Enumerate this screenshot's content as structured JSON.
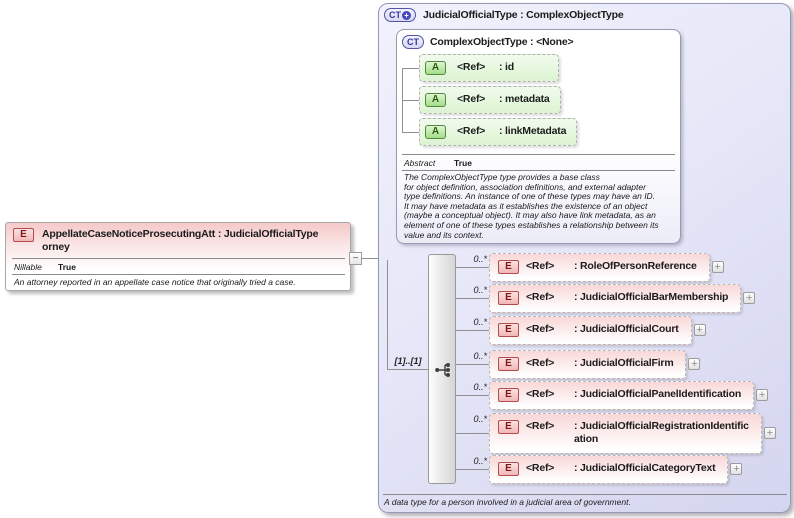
{
  "left_element": {
    "icon": "E",
    "title": "AppellateCaseNoticeProsecutingAtt : JudicialOfficialType\norney",
    "property_label": "Nillable",
    "property_value": "True",
    "description": "An attorney reported in an appellate case notice that originally tried a case."
  },
  "connector": {
    "collapse_label": "−"
  },
  "type_box": {
    "icon_text": "CT",
    "icon_plus": "+",
    "title": "JudicialOfficialType : ComplexObjectType",
    "footer": "A data type for a person involved in a judicial area of government.",
    "base": {
      "icon": "CT",
      "title": "ComplexObjectType : <None>",
      "attributes": [
        {
          "icon": "A",
          "ref": "<Ref>",
          "name": ": id"
        },
        {
          "icon": "A",
          "ref": "<Ref>",
          "name": ": metadata"
        },
        {
          "icon": "A",
          "ref": "<Ref>",
          "name": ": linkMetadata"
        }
      ],
      "property_label": "Abstract",
      "property_value": "True",
      "description": "The ComplexObjectType type provides a base class\nfor object definition, association definitions, and external adapter\ntype definitions. An instance of one of these types may have an ID.\nIt may have metadata as it establishes the existence of an object\n(maybe a conceptual object). It may also have link metadata, as an\nelement of one of these types establishes a relationship between its\nvalue and its context."
    },
    "sequence": {
      "cardinality": "[1]..[1]"
    },
    "elements": [
      {
        "icon": "E",
        "ref": "<Ref>",
        "cardinality": "0..*",
        "name": ": RoleOfPersonReference",
        "expand": "+"
      },
      {
        "icon": "E",
        "ref": "<Ref>",
        "cardinality": "0..*",
        "name": ": JudicialOfficialBarMembership",
        "expand": "+"
      },
      {
        "icon": "E",
        "ref": "<Ref>",
        "cardinality": "0..*",
        "name": ": JudicialOfficialCourt",
        "expand": "+"
      },
      {
        "icon": "E",
        "ref": "<Ref>",
        "cardinality": "0..*",
        "name": ": JudicialOfficialFirm",
        "expand": "+"
      },
      {
        "icon": "E",
        "ref": "<Ref>",
        "cardinality": "0..*",
        "name": ": JudicialOfficialPanelIdentification",
        "expand": "+"
      },
      {
        "icon": "E",
        "ref": "<Ref>",
        "cardinality": "0..*",
        "name": ": JudicialOfficialRegistrationIdentific\nation",
        "expand": "+"
      },
      {
        "icon": "E",
        "ref": "<Ref>",
        "cardinality": "0..*",
        "name": ": JudicialOfficialCategoryText",
        "expand": "+"
      }
    ]
  },
  "colors": {
    "element_pink": "#f9d7d7",
    "attribute_green": "#dcf4d2",
    "type_lavender": "#e6e7f8",
    "badge_red_border": "#b34d4d",
    "badge_green_border": "#53873e",
    "badge_blue_border": "#5353a8"
  }
}
